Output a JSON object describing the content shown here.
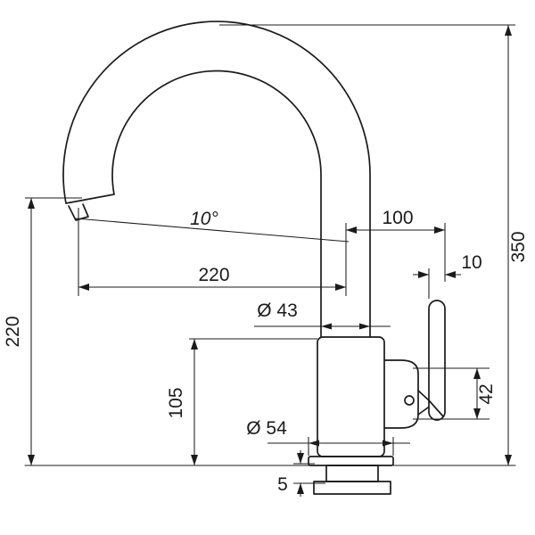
{
  "drawing": {
    "name": "Single-lever kitchen faucet dimensional drawing",
    "colors": {
      "line": "#1b1b1b",
      "background": "#ffffff"
    },
    "labels": {
      "spout_angle": "10°",
      "handle_offset": "100",
      "spout_reach": "220",
      "total_height": "350",
      "spout_height": "220",
      "lever_thickness": "10",
      "column_diameter": "Ø 43",
      "body_height": "105",
      "handle_travel": "42",
      "base_diameter": "Ø 54",
      "deck_plate_height": "5"
    }
  }
}
